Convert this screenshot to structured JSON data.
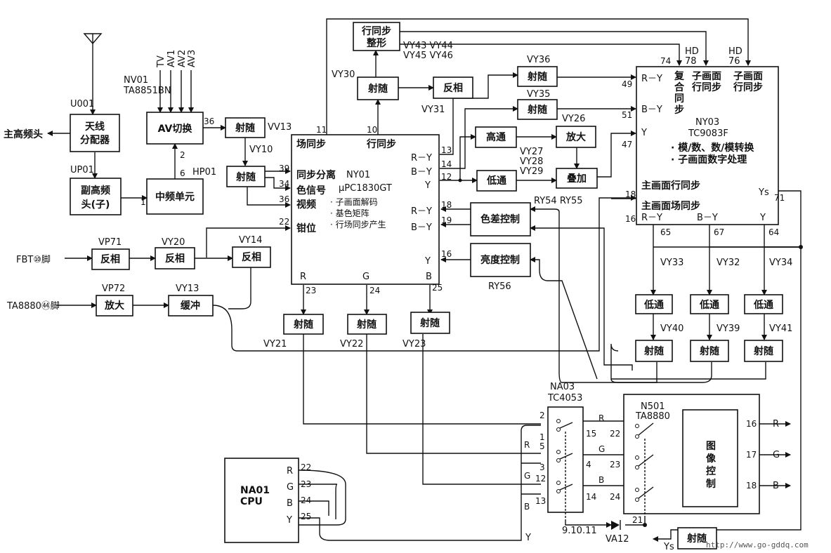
{
  "blocks": {
    "antenna_splitter": [
      "天线",
      "分配器"
    ],
    "main_tuner": "主高频头",
    "sub_tuner": [
      "副高频",
      "头(子)"
    ],
    "if_unit": "中频单元",
    "av_switch": "AV切换",
    "vv13_follower": "射随",
    "vy10_follower": "射随",
    "h_sync_shaper": [
      "行同步",
      "整形"
    ],
    "vy30_follower": "射随",
    "vy31_inverter": "反相",
    "vy36_follower": "射随",
    "vy35_follower": "射随",
    "highpass": "高通",
    "amp": "放大",
    "lowpass": "低通",
    "adder": "叠加",
    "color_diff_ctrl": "色差控制",
    "brightness_ctrl": "亮度控制",
    "vp71_inverter": "反相",
    "vy20_inverter": "反相",
    "vy14_inverter": "反相",
    "vp72_amp": "放大",
    "vy13_buffer": "缓冲",
    "vy21_follower": "射随",
    "vy22_follower": "射随",
    "vy23_follower": "射随",
    "lp_r": "低通",
    "lp_g": "低通",
    "lp_b": "低通",
    "f_r": "射随",
    "f_g": "射随",
    "f_b": "射随",
    "ys_follower": "射随",
    "image_ctrl": [
      "图",
      "像",
      "控",
      "制"
    ]
  },
  "chips": {
    "ny01": {
      "ref": "NY01",
      "part": "μPC1830GT",
      "features": [
        "· 子画面解码",
        "· 基色矩阵",
        "· 行场同步产生"
      ],
      "pins_left": [
        "同步分离",
        "色信号",
        "视频",
        "钳位"
      ],
      "field_sync": "场同步",
      "line_sync": "行同步",
      "out_r": "R",
      "out_g": "G",
      "out_b": "B",
      "in_ry": "R－Y",
      "in_by": "B－Y",
      "in_y": "Y",
      "in_ry2": "R－Y",
      "in_by2": "B－Y",
      "in_y2": "Y"
    },
    "ny03": {
      "ref": "NY03",
      "part": "TC9083F",
      "features": [
        "· 模/数、数/模转换",
        "· 子画面数字处理"
      ],
      "in_ry": "R－Y",
      "in_by": "B－Y",
      "in_y": "Y",
      "composite_sync": [
        "复",
        "合",
        "同",
        "步"
      ],
      "sub_line_sync": [
        "子画面",
        "行同步"
      ],
      "sub_field_sync": [
        "子画面",
        "行同步"
      ],
      "main_line_sync": "主画面行同步",
      "main_field_sync": "主画面场同步",
      "out_ry": "R－Y",
      "out_by": "B－Y",
      "out_y": "Y",
      "ys": "Ys"
    },
    "na03": {
      "ref": "NA03",
      "part": "TC4053"
    },
    "n501": {
      "ref": "N501",
      "part": "TA8880"
    },
    "na01": {
      "ref": "NA01",
      "part": "CPU",
      "outs": [
        "R",
        "G",
        "B",
        "Y"
      ]
    }
  },
  "labels": {
    "u001": "U001",
    "up01": "UP01",
    "nv01": "NV01",
    "ta8851": "TA8851BN",
    "hp01": "HP01",
    "vv13": "VV13",
    "vy10": "VY10",
    "av_inputs": [
      "TV",
      "AV1",
      "AV2",
      "AV3"
    ],
    "vy30": "VY30",
    "vy31": "VY31",
    "vy43": "VY43  VY44",
    "vy45": "VY45  VY46",
    "vy36": "VY36",
    "vy35": "VY35",
    "vy26": "VY26",
    "vy27": "VY27",
    "vy28": "VY28",
    "vy29": "VY29",
    "ry54": "RY54  RY55",
    "ry56": "RY56",
    "vp71": "VP71",
    "vy20": "VY20",
    "vy14": "VY14",
    "vp72": "VP72",
    "vy13": "VY13",
    "fbt": "FBT⑩脚",
    "ta8880_54": "TA8880㊹脚",
    "vy21": "VY21",
    "vy22": "VY22",
    "vy23": "VY23",
    "vy33": "VY33",
    "vy32": "VY32",
    "vy34": "VY34",
    "vy40": "VY40",
    "vy39": "VY39",
    "vy41": "VY41",
    "hd78": [
      "HD",
      "78"
    ],
    "hd76": [
      "HD",
      "76"
    ],
    "va12": "VA12",
    "ys": "Ys",
    "nine_ten": "9.10.11",
    "y_line": "Y",
    "out_r": "R",
    "out_g": "G",
    "out_b": "B",
    "watermark": "http://www.go-gddq.com"
  },
  "pins": {
    "p36": "36",
    "p2": "2",
    "p6": "6",
    "p1": "1",
    "p11": "11",
    "p10": "10",
    "p39": "39",
    "p34": "34",
    "p36b": "36",
    "p22": "22",
    "p13": "13",
    "p14": "14",
    "p12": "12",
    "p18": "18",
    "p19": "19",
    "p16": "16",
    "p23": "23",
    "p24": "24",
    "p25": "25",
    "p74": "74",
    "p49": "49",
    "p51": "51",
    "p47": "47",
    "p18b": "18",
    "p16b": "16",
    "p65": "65",
    "p67": "67",
    "p64": "64",
    "p71": "71",
    "na03_2": "2",
    "na03_1": "1",
    "na03_5": "5",
    "na03_3": "3",
    "na03_12": "12",
    "na03_13": "13",
    "na03_15": "15",
    "na03_4": "4",
    "na03_14": "14",
    "n501_22": "22",
    "n501_23": "23",
    "n501_24": "24",
    "n501_16": "16",
    "n501_17": "17",
    "n501_18": "18",
    "n501_21": "21",
    "cpu_22": "22",
    "cpu_23": "23",
    "cpu_24": "24",
    "cpu_25": "25",
    "sw_r": "R",
    "sw_g": "G",
    "sw_b": "B",
    "sw_r2": "R",
    "sw_g2": "G",
    "sw_b2": "B"
  }
}
